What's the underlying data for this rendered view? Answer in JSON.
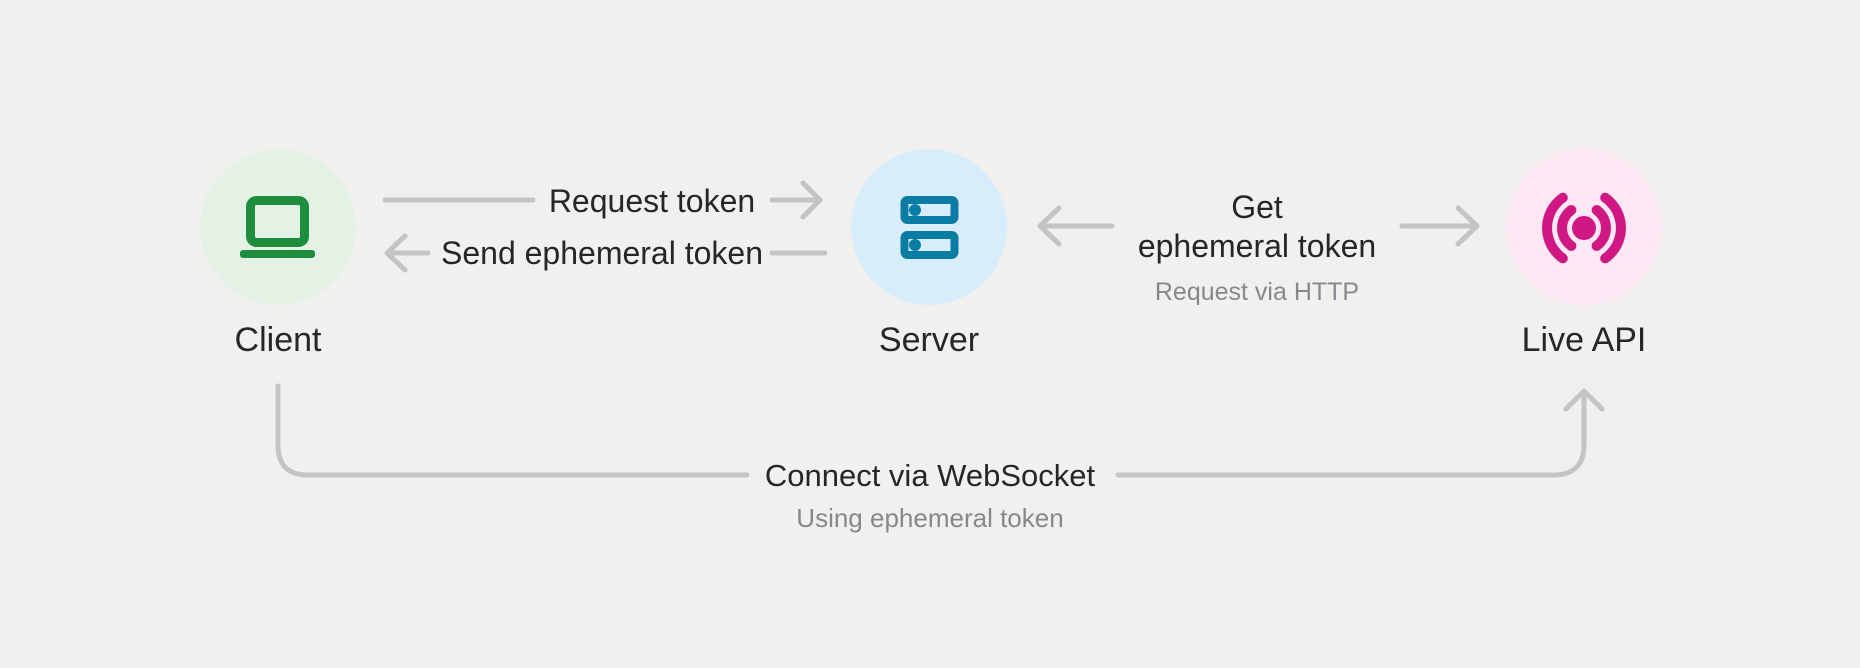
{
  "colors": {
    "background": "#f1f0ee",
    "connector": "#c4c4c4",
    "text_dark": "#252629",
    "text_gray": "#85898d",
    "client_icon": "#1e8e3e",
    "client_circle": "#e4f2e6",
    "server_icon": "#0b7ca3",
    "server_circle": "#d8edfb",
    "live_api_icon": "#d01884",
    "live_api_circle": "#fce7f3"
  },
  "nodes": {
    "client": {
      "label": "Client",
      "icon": "laptop-icon"
    },
    "server": {
      "label": "Server",
      "icon": "server-stack-icon"
    },
    "live_api": {
      "label": "Live API",
      "icon": "live-broadcast-icon"
    }
  },
  "edges": {
    "request_token": {
      "label": "Request token",
      "from": "Client",
      "to": "Server"
    },
    "send_ephemeral_token": {
      "label": "Send ephemeral token",
      "from": "Server",
      "to": "Client"
    },
    "get_ephemeral_token": {
      "label_line1": "Get",
      "label_line2": "ephemeral token",
      "sublabel": "Request via HTTP",
      "from": "Server",
      "to": "Live API"
    },
    "connect_websocket": {
      "label": "Connect via WebSocket",
      "sublabel": "Using ephemeral token",
      "from": "Client",
      "to": "Live API"
    }
  }
}
